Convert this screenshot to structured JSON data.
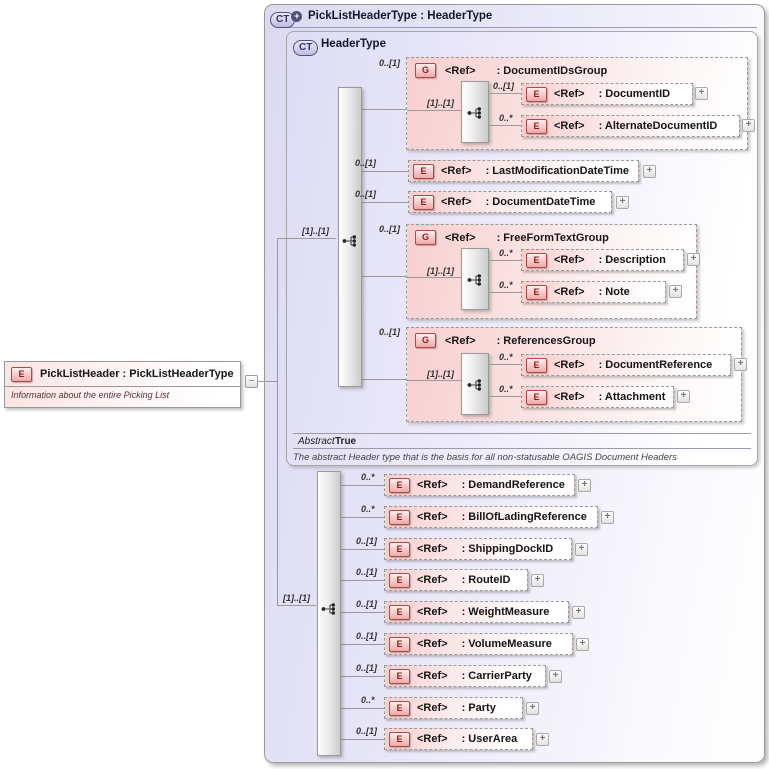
{
  "icons": {
    "expand": "+",
    "collapse": "−",
    "extension_plus": "+"
  },
  "root_element": {
    "badge": "E",
    "title": "PickListHeader : PickListHeaderType",
    "description": "Information about the entire Picking List"
  },
  "complex_type": {
    "badge": "CT",
    "title": "PickListHeaderType : HeaderType",
    "base": {
      "badge": "CT",
      "title": "HeaderType",
      "cardinality": "[1]..[1]",
      "abstract_label": "Abstract",
      "abstract_value": "True",
      "doc": "The abstract Header type that is the basis for all non-statusable OAGIS Document Headers",
      "children": [
        {
          "kind": "group",
          "badge": "G",
          "ref": "<Ref>",
          "name": ": DocumentIDsGroup",
          "cardinality": "0..[1]",
          "inner_cardinality": "[1]..[1]",
          "children": [
            {
              "badge": "E",
              "ref": "<Ref>",
              "name": ": DocumentID",
              "cardinality": "0..[1]"
            },
            {
              "badge": "E",
              "ref": "<Ref>",
              "name": ": AlternateDocumentID",
              "cardinality": "0..*"
            }
          ]
        },
        {
          "kind": "element",
          "badge": "E",
          "ref": "<Ref>",
          "name": ": LastModificationDateTime",
          "cardinality": "0..[1]"
        },
        {
          "kind": "element",
          "badge": "E",
          "ref": "<Ref>",
          "name": ": DocumentDateTime",
          "cardinality": "0..[1]"
        },
        {
          "kind": "group",
          "badge": "G",
          "ref": "<Ref>",
          "name": ": FreeFormTextGroup",
          "cardinality": "0..[1]",
          "inner_cardinality": "[1]..[1]",
          "children": [
            {
              "badge": "E",
              "ref": "<Ref>",
              "name": ": Description",
              "cardinality": "0..*"
            },
            {
              "badge": "E",
              "ref": "<Ref>",
              "name": ": Note",
              "cardinality": "0..*"
            }
          ]
        },
        {
          "kind": "group",
          "badge": "G",
          "ref": "<Ref>",
          "name": ": ReferencesGroup",
          "cardinality": "0..[1]",
          "inner_cardinality": "[1]..[1]",
          "children": [
            {
              "badge": "E",
              "ref": "<Ref>",
              "name": ": DocumentReference",
              "cardinality": "0..*"
            },
            {
              "badge": "E",
              "ref": "<Ref>",
              "name": ": Attachment",
              "cardinality": "0..*"
            }
          ]
        }
      ]
    },
    "extension": {
      "cardinality": "[1]..[1]",
      "children": [
        {
          "badge": "E",
          "ref": "<Ref>",
          "name": ": DemandReference",
          "cardinality": "0..*"
        },
        {
          "badge": "E",
          "ref": "<Ref>",
          "name": ": BillOfLadingReference",
          "cardinality": "0..*"
        },
        {
          "badge": "E",
          "ref": "<Ref>",
          "name": ": ShippingDockID",
          "cardinality": "0..[1]"
        },
        {
          "badge": "E",
          "ref": "<Ref>",
          "name": ": RouteID",
          "cardinality": "0..[1]"
        },
        {
          "badge": "E",
          "ref": "<Ref>",
          "name": ": WeightMeasure",
          "cardinality": "0..[1]"
        },
        {
          "badge": "E",
          "ref": "<Ref>",
          "name": ": VolumeMeasure",
          "cardinality": "0..[1]"
        },
        {
          "badge": "E",
          "ref": "<Ref>",
          "name": ": CarrierParty",
          "cardinality": "0..[1]"
        },
        {
          "badge": "E",
          "ref": "<Ref>",
          "name": ": Party",
          "cardinality": "0..*"
        },
        {
          "badge": "E",
          "ref": "<Ref>",
          "name": ": UserArea",
          "cardinality": "0..[1]"
        }
      ]
    }
  },
  "colors": {
    "accent_lavender": "#dedcf3",
    "accent_pink": "#f7cdcd",
    "badge_red": "#8f1f1f",
    "badge_blue": "#333366",
    "line_gray": "#999999"
  }
}
